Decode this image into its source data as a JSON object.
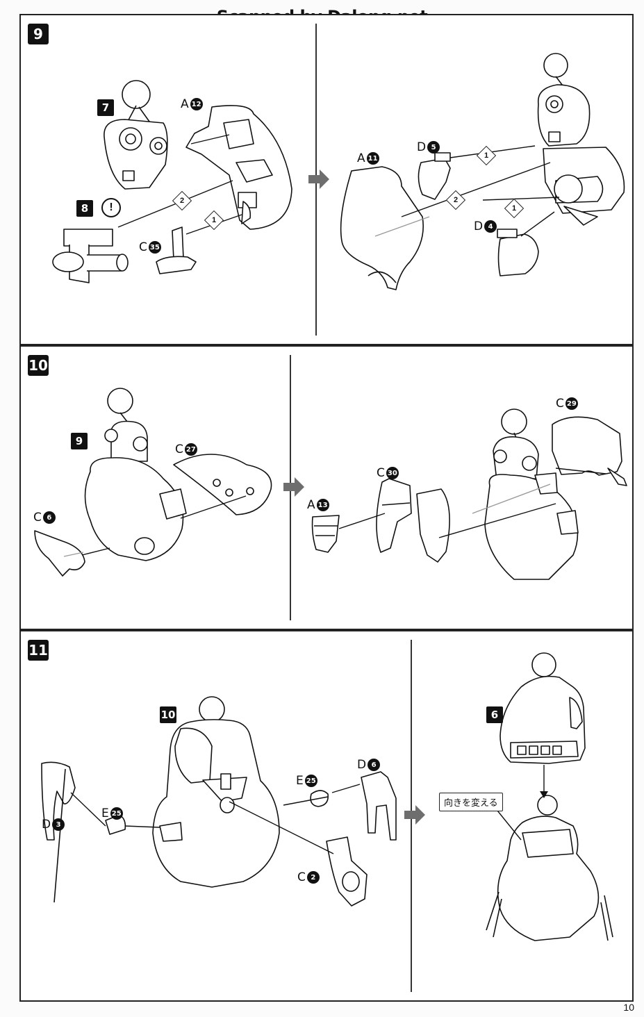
{
  "watermark": "Scanned by Dalong.net",
  "page_number": "10",
  "steps": {
    "s9": {
      "number": "9",
      "sub_a": "7",
      "sub_b": "8",
      "warning_mark": "!",
      "labels": {
        "a12": {
          "letter": "A",
          "num": "12"
        },
        "c35": {
          "letter": "C",
          "num": "35"
        },
        "a11": {
          "letter": "A",
          "num": "11"
        },
        "d5": {
          "letter": "D",
          "num": "5"
        },
        "d4": {
          "letter": "D",
          "num": "4"
        }
      },
      "seq": [
        "2",
        "1",
        "1",
        "2",
        "1"
      ]
    },
    "s10": {
      "number": "10",
      "sub_a": "9",
      "labels": {
        "c27": {
          "letter": "C",
          "num": "27"
        },
        "c6": {
          "letter": "C",
          "num": "6"
        },
        "a13": {
          "letter": "A",
          "num": "13"
        },
        "c30": {
          "letter": "C",
          "num": "30"
        },
        "c29": {
          "letter": "C",
          "num": "29"
        }
      }
    },
    "s11": {
      "number": "11",
      "sub_a": "10",
      "sub_b": "6",
      "labels": {
        "d3": {
          "letter": "D",
          "num": "3"
        },
        "e25a": {
          "letter": "E",
          "num": "25"
        },
        "e25b": {
          "letter": "E",
          "num": "25"
        },
        "d6": {
          "letter": "D",
          "num": "6"
        },
        "c2": {
          "letter": "C",
          "num": "2"
        }
      },
      "callout": "向きを変える"
    }
  },
  "colors": {
    "ink": "#111111",
    "arrow": "#6e6e6e",
    "paper": "#ffffff"
  }
}
